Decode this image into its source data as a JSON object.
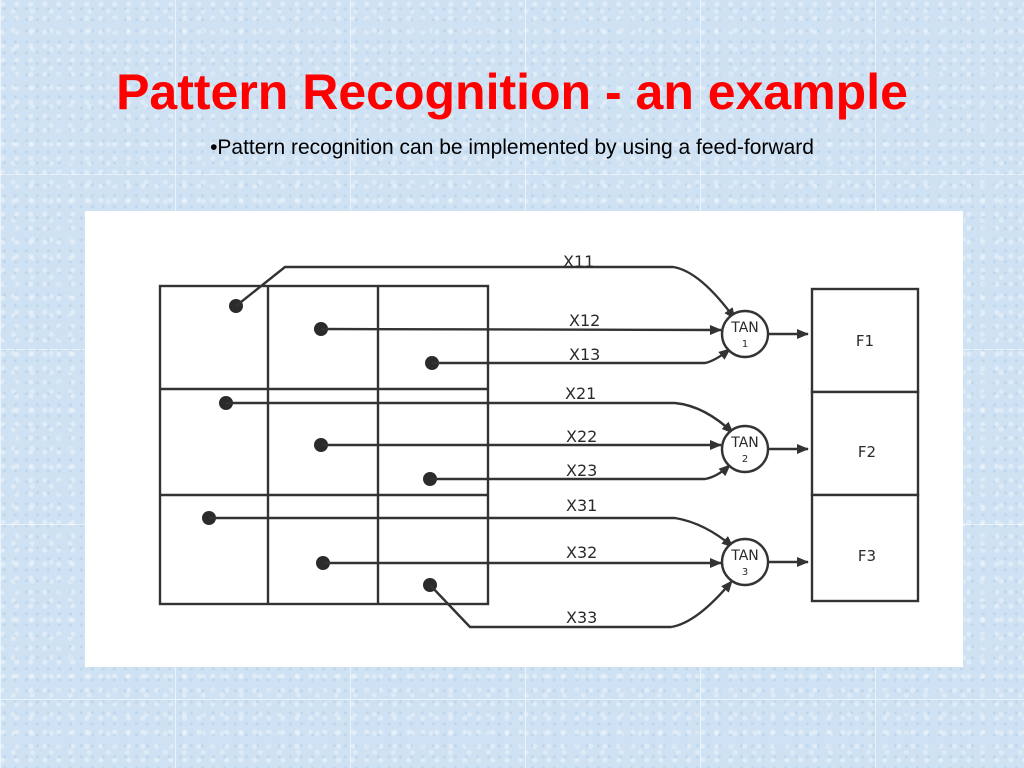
{
  "slide": {
    "title": "Pattern Recognition - an example",
    "bullet": "•Pattern recognition can be implemented by using a feed-forward"
  },
  "diagram": {
    "input_labels": [
      "X11",
      "X12",
      "X13",
      "X21",
      "X22",
      "X23",
      "X31",
      "X32",
      "X33"
    ],
    "neurons": [
      {
        "label": "TAN",
        "index": "1"
      },
      {
        "label": "TAN",
        "index": "2"
      },
      {
        "label": "TAN",
        "index": "3"
      }
    ],
    "outputs": [
      "F1",
      "F2",
      "F3"
    ]
  },
  "colors": {
    "title": "#ff0000",
    "background": "#cfe2f3",
    "panel": "#ffffff"
  }
}
